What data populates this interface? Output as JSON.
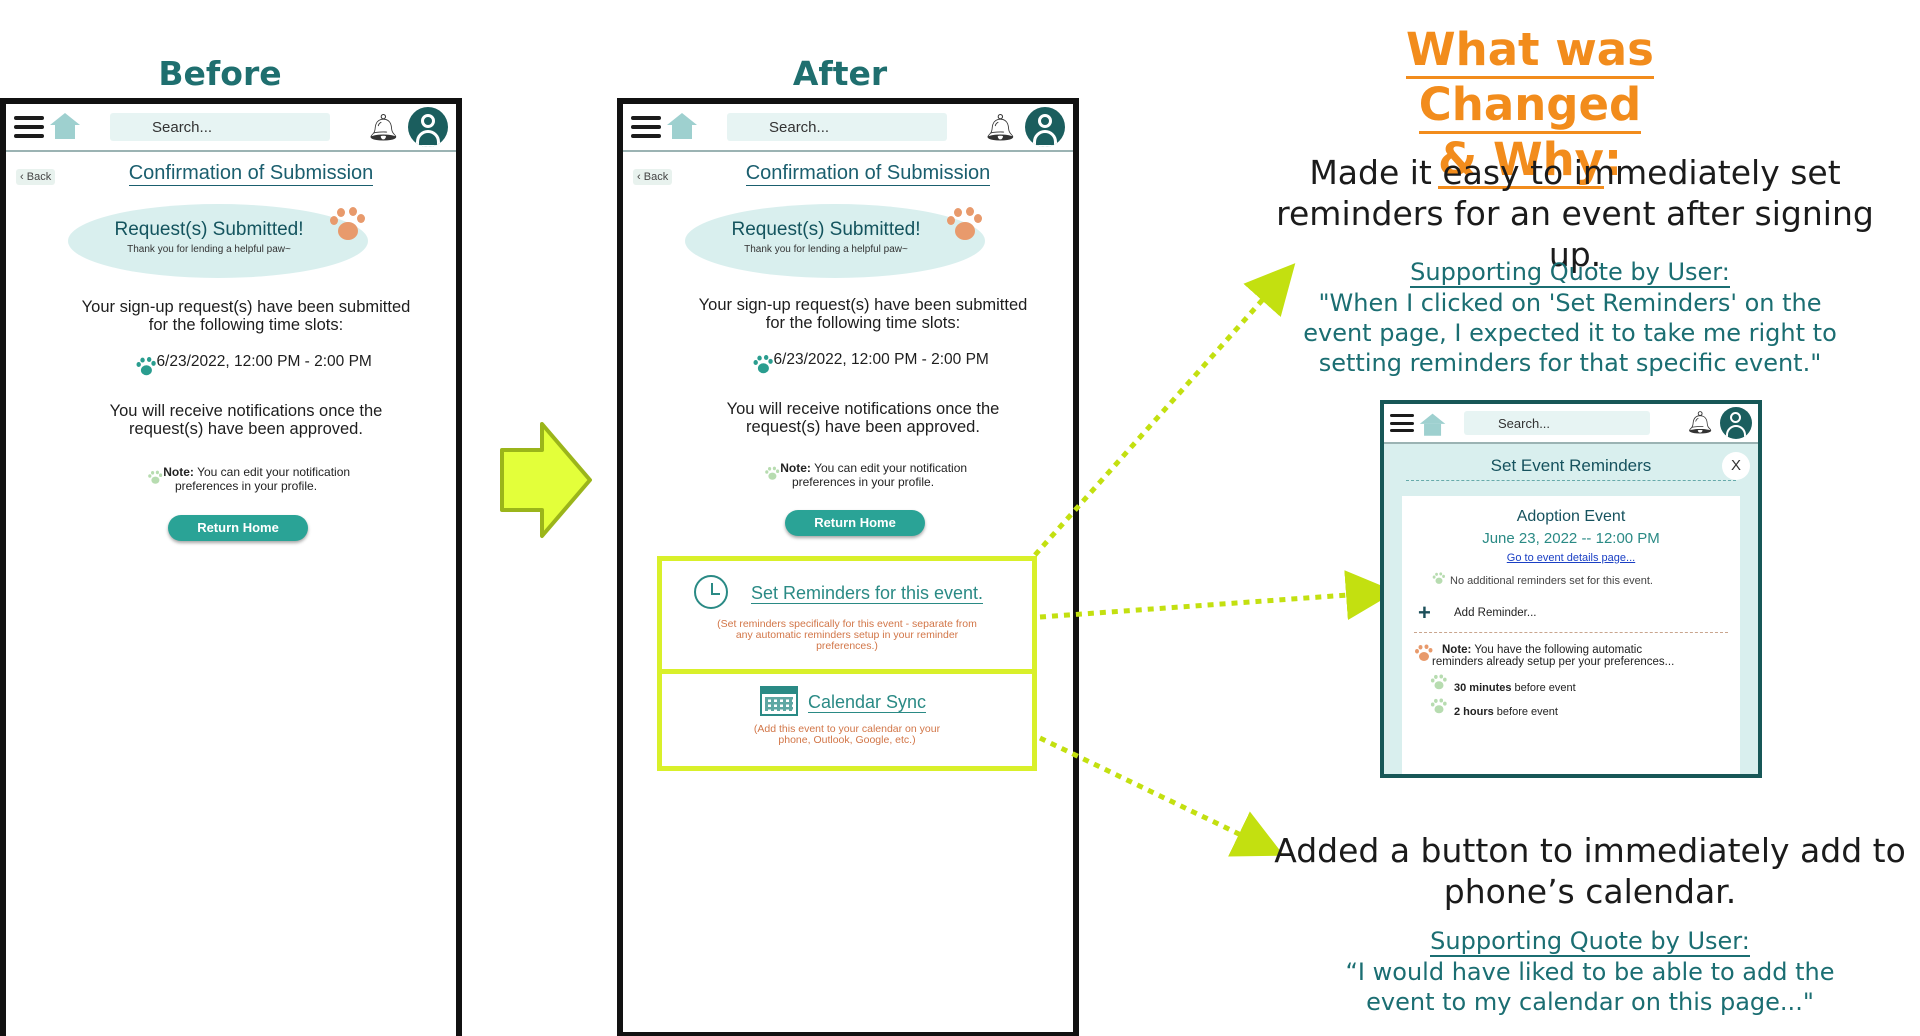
{
  "headings": {
    "before": "Before",
    "after": "After"
  },
  "phone": {
    "search_placeholder": "Search...",
    "back_label": "Back",
    "page_title": "Confirmation of Submission",
    "submitted_title": "Request(s) Submitted!",
    "submitted_subtitle": "Thank you for lending a helpful paw~",
    "signup_text_1": "Your sign-up request(s) have been submitted",
    "signup_text_2": "for the following time slots:",
    "time_slot": "6/23/2022, 12:00 PM - 2:00 PM",
    "notify_text_1": "You will receive notifications once the",
    "notify_text_2": "request(s) have been approved.",
    "note_label": "Note:",
    "note_text_1": "You can edit your notification",
    "note_text_2": "preferences in your profile.",
    "return_home": "Return Home"
  },
  "after_extra": {
    "reminders_title": "Set Reminders for this event.",
    "reminders_desc_1": "(Set reminders specifically for this event - separate from",
    "reminders_desc_2": "any automatic reminders setup in your reminder",
    "reminders_desc_3": "preferences.)",
    "calendar_title": "Calendar Sync",
    "calendar_desc_1": "(Add this event to your calendar on your",
    "calendar_desc_2": "phone, Outlook, Google, etc.)"
  },
  "right": {
    "heading_line1": "What was Changed",
    "heading_line2": "& Why",
    "heading_colon": ":",
    "change1_line1": "Made it easy to immediately set",
    "change1_line2": "reminders for an event after signing up.",
    "quote_head": "Supporting Quote by User:",
    "quote1_line1": "\"When I clicked on 'Set Reminders' on the",
    "quote1_line2": "event page, I expected it to take me right to",
    "quote1_line3": "setting reminders for that specific event.\"",
    "change2_line1": "Added a button to immediately add to",
    "change2_line2": "phone’s calendar.",
    "quote2_line1": "“I would have liked to be able to add the",
    "quote2_line2": "event to my calendar on this page...\""
  },
  "inset": {
    "search_placeholder": "Search...",
    "title": "Set Event Reminders",
    "close": "X",
    "event_name": "Adoption Event",
    "event_date": "June 23, 2022 -- 12:00 PM",
    "event_link": "Go to event details page...",
    "no_reminders": "No additional reminders set for this event.",
    "add_reminder": "Add Reminder...",
    "note_label": "Note:",
    "note_text_1": "You have the following automatic",
    "note_text_2": "reminders already setup per your preferences...",
    "reminder1_bold": "30 minutes",
    "reminder1_rest": "before event",
    "reminder2_bold": "2 hours",
    "reminder2_rest": "before event"
  },
  "colors": {
    "accent_orange": "#f28c1c",
    "teal_dark": "#1f6f6f",
    "highlight_yellow": "#d9f02a",
    "button_teal": "#2aa396"
  }
}
